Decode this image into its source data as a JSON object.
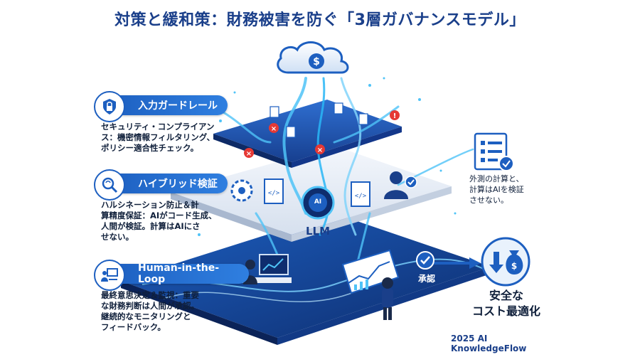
{
  "title": "対策と緩和策：財務被害を防ぐ「3層ガバナンスモデル」",
  "layers": [
    {
      "label": "入力ガードレール",
      "icon": "shield-lock-icon",
      "description": "セキュリティ・コンプライアンス：機密情報フィルタリング、\nポリシー適合性チェック。"
    },
    {
      "label": "ハイブリッド検証",
      "icon": "brain-search-icon",
      "description": "ハルシネーション防止＆計\n算精度保証：AIがコード生成、\n人間が検証。計算はAIにさ\nせない。"
    },
    {
      "label": "Human-in-the-Loop",
      "icon": "person-monitor-icon",
      "description": "最終意思決定＆監視：重要\nな財務判断は人間が承認。\n継続的なモニタリングと\nフィードバック。"
    }
  ],
  "diagram": {
    "llm_label": "LLM",
    "ai_chip_label": "AI",
    "approval_label": "承認"
  },
  "side_note": "外測の計算と、\n計算はAIを検証\nさせない。",
  "outcome": "安全な\nコスト最適化",
  "footer": "2025 AI KnowledgeFlow",
  "colors": {
    "primary": "#1d5fc0",
    "dark_blue": "#1a3f8a",
    "stream": "#4fc3f7",
    "error_red": "#e53935"
  }
}
